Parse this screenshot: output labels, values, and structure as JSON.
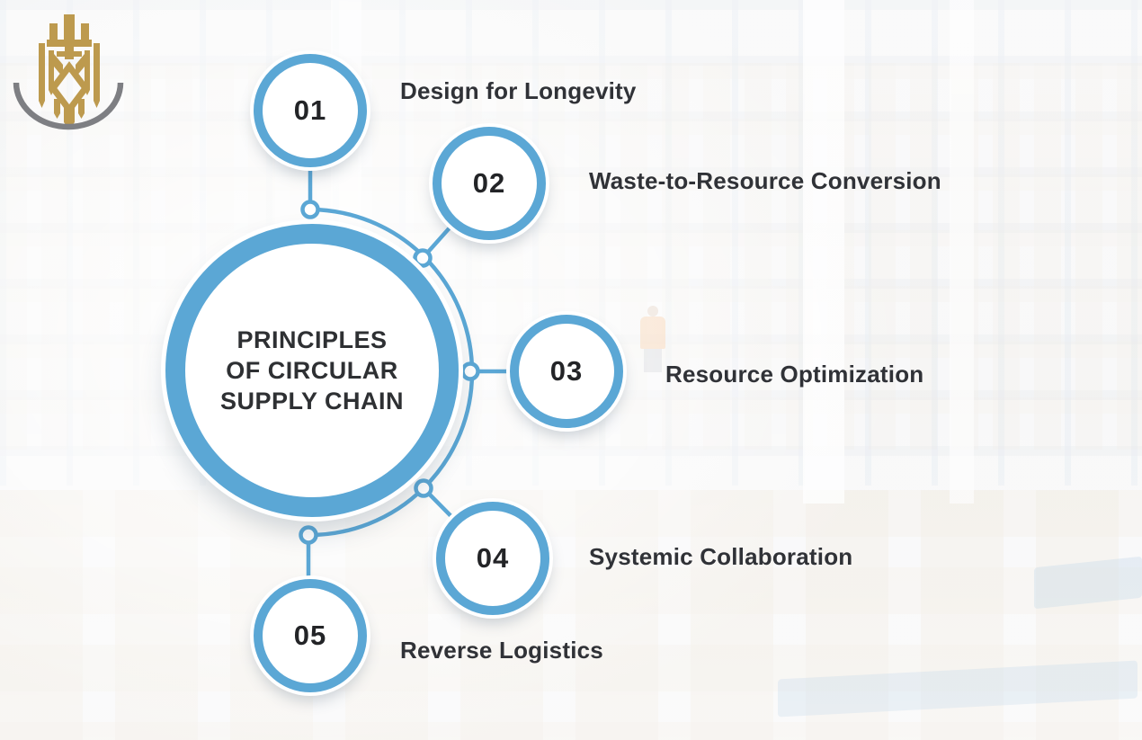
{
  "diagram": {
    "center": {
      "line1": "PRINCIPLES",
      "line2": "OF CIRCULAR",
      "line3": "SUPPLY CHAIN"
    },
    "items": [
      {
        "number": "01",
        "label": "Design for Longevity"
      },
      {
        "number": "02",
        "label": "Waste-to-Resource Conversion"
      },
      {
        "number": "03",
        "label": "Resource Optimization"
      },
      {
        "number": "04",
        "label": "Systemic Collaboration"
      },
      {
        "number": "05",
        "label": "Reverse Logistics"
      }
    ]
  },
  "logo": {
    "icon": "gold-crest-with-gray-arc"
  },
  "background": {
    "scene": "faded warehouse racking and cardboard boxes"
  },
  "colors": {
    "accent_blue": "#5BA7D5",
    "text_dark": "#2E3033",
    "logo_gold": "#BD9A4E",
    "logo_arc_gray": "#7E7F83",
    "background": "#F4F4F5"
  }
}
